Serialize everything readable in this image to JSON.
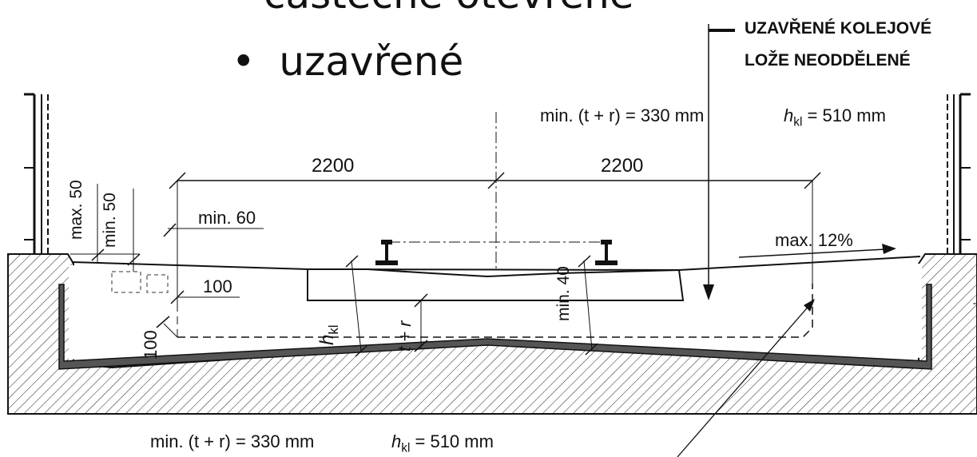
{
  "slide": {
    "title_partial": "částečně otevřené",
    "bullet_symbol": "•",
    "bullet_text": "uzavřené"
  },
  "diagram": {
    "callout_line1": "UZAVŘENÉ KOLEJOVÉ",
    "callout_line2": "LOŽE NEODDĚLENÉ",
    "top_formula": "min. (t + r) = 330 mm",
    "top_hkl": "= 510 mm",
    "hkl_base": "h",
    "hkl_sub": "kl",
    "bottom_formula": "min. (t + r) = 330 mm",
    "bottom_hkl": "= 510 mm",
    "dim_left": "2200",
    "dim_right": "2200",
    "min60": "min. 60",
    "max50": "max. 50",
    "min50": "min. 50",
    "d100a": "100",
    "d100b": "100",
    "min40": "min. 40",
    "t_plus_r": "t + r",
    "slope": "max. 12%"
  }
}
